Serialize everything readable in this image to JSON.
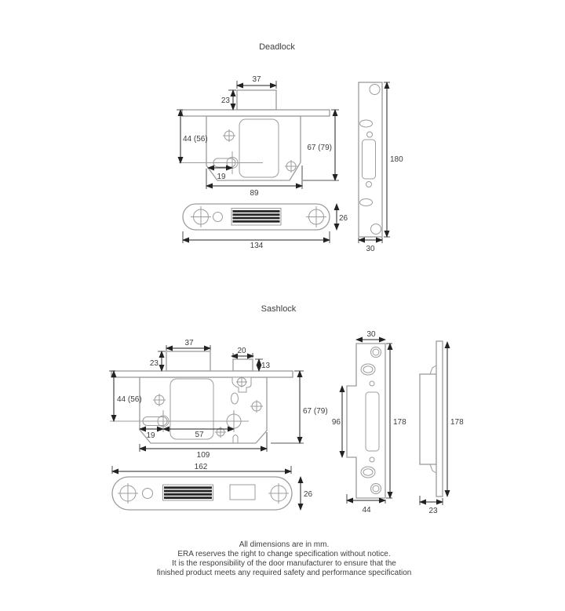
{
  "page": {
    "units_note": "mm"
  },
  "deadlock": {
    "title": "Deadlock",
    "case": {
      "bolt_width": "37",
      "bolt_height": "23",
      "backset": "44 (56)",
      "height": "67 (79)",
      "keyway_offset": "19",
      "width": "89"
    },
    "strike_plate": {
      "height": "26",
      "width": "134"
    },
    "faceplate": {
      "height": "180",
      "width": "30"
    }
  },
  "sashlock": {
    "title": "Sashlock",
    "case": {
      "bolt_width": "37",
      "bolt_height": "23",
      "latch_width": "20",
      "latch_height": "13",
      "backset": "44 (56)",
      "height": "67 (79)",
      "keyway_offset": "19",
      "follower_offset": "57",
      "width": "109",
      "forend_width": "162"
    },
    "strike_plate": {
      "height": "26"
    },
    "faceplate": {
      "top_width": "30",
      "cutout_height": "96",
      "height": "178",
      "bottom_width": "44"
    },
    "side_view": {
      "height": "178",
      "depth": "23"
    }
  },
  "footer": {
    "lines": [
      "All dimensions are in mm.",
      "ERA reserves the right to change specification without notice.",
      "It is the responsibility of the door manufacturer to ensure that the",
      "finished product meets any required safety and performance specification"
    ]
  },
  "colors": {
    "outline": "#9c9c9c",
    "dimension": "#222222",
    "text": "#3f3f3f"
  }
}
